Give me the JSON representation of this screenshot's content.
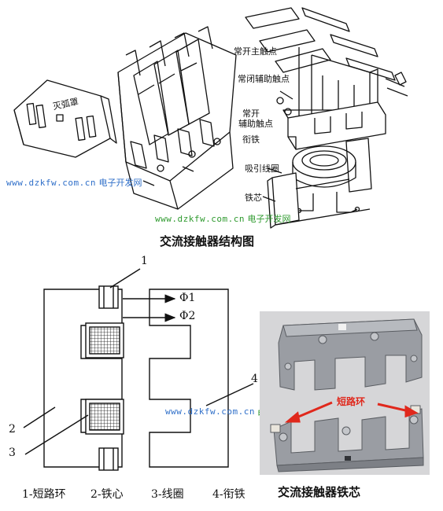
{
  "top_figure": {
    "caption": "交流接触器结构图",
    "labels": {
      "arc_chute": "灭弧罩",
      "no_main_contact": "常开主触点",
      "nc_aux_contact": "常闭辅助触点",
      "no_aux_contact_line1": "常开",
      "no_aux_contact_line2": "辅助触点",
      "armature": "衔铁",
      "coil": "吸引线圈",
      "core": "铁芯"
    }
  },
  "watermarks": {
    "url": "www.dzkfw.com.cn",
    "name": "电子开发网"
  },
  "core_diagram": {
    "callouts": [
      "1",
      "2",
      "3",
      "4"
    ],
    "flux1": "Φ1",
    "flux2": "Φ2",
    "legend": [
      "1-短路环",
      "2-铁心",
      "3-线圈",
      "4-衔铁"
    ]
  },
  "photo": {
    "caption": "交流接触器铁芯",
    "label": "短路环"
  },
  "colors": {
    "watermark_blue": "#2f6fc9",
    "watermark_green": "#2e9a2e",
    "photo_red": "#e0281c",
    "photo_bg": "#d9d9db"
  }
}
